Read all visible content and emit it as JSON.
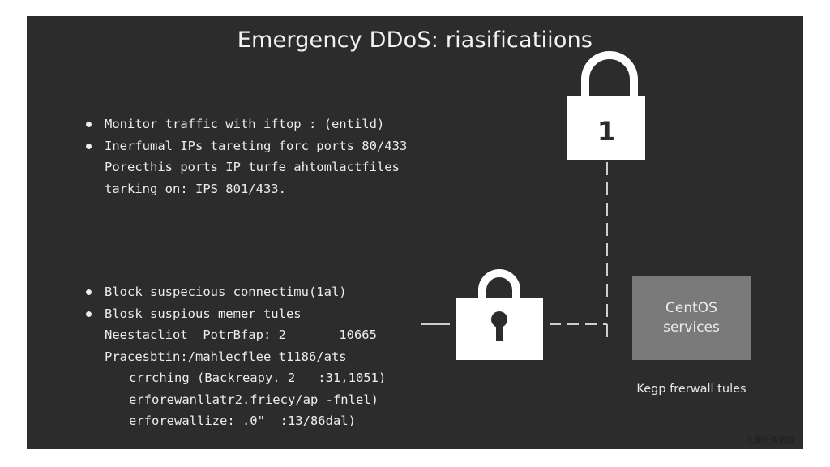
{
  "title": "Emergency DDoS: riasificatiions",
  "left_top_items": [
    "Monitor traffic with iftop : (entild)",
    "Inerfumal IPs tareting forc ports 80/433",
    "Porecthis ports IP turfe ahtomlactfiles",
    "tarking on: IPS 801/433."
  ],
  "left_bottom_items": [
    "Block suspecious connectimu(1al)",
    "Blosk suspious memer tules",
    "Neestacliot  PotrBfap: 2       10665",
    "Pracesbtin:/mahlecflee t1186/ats",
    "crrching (Backreapy. 2   :31,1051)",
    "erforewanllatr2.friecy/ap -fnlel)",
    "erforewallize: .0\"  :13/86dal)"
  ],
  "top_lock_digit": "1",
  "box_label": "CentOS\nservices",
  "caption": "Kegp frerwall tules",
  "watermark": "九零云资讯网",
  "colors": {
    "slide_background": "#2c2c2c",
    "lock_fill": "#ffffff",
    "box_fill": "#7a7a7a",
    "connector": "#cfcfcf"
  },
  "icons": [
    "padlock-open-icon",
    "padlock-closed-icon"
  ]
}
